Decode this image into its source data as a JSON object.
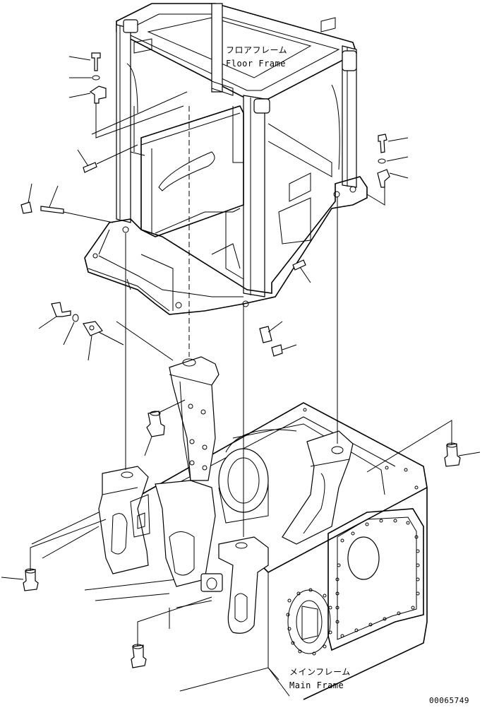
{
  "labels": {
    "floor_frame_jp": "フロアフレーム",
    "floor_frame_en": "Floor Frame",
    "main_frame_jp": "メインフレーム",
    "main_frame_en": "Main Frame",
    "drawing_number": "00065749"
  }
}
